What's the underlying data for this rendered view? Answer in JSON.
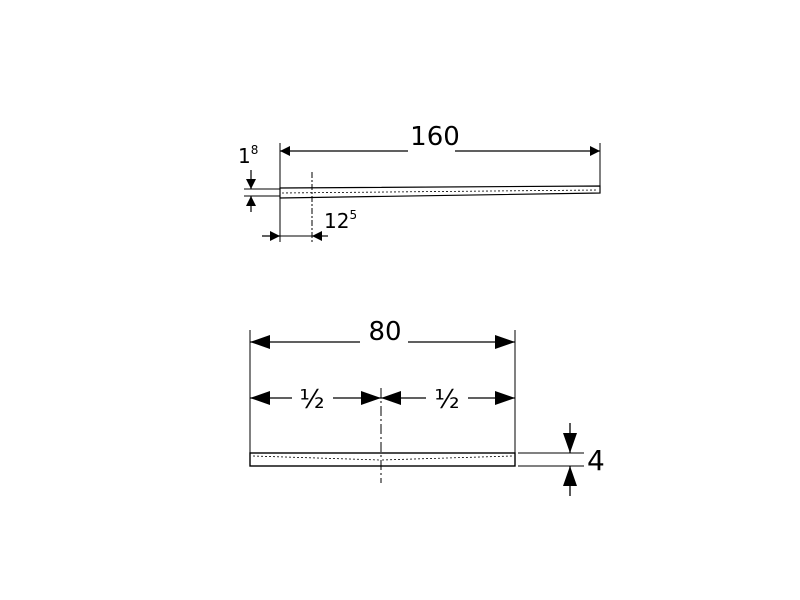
{
  "side_view": {
    "length_label": "160",
    "thickness_label_base": "1",
    "thickness_label_sup": "8",
    "offset_label_base": "12",
    "offset_label_sup": "5"
  },
  "front_view": {
    "width_label": "80",
    "half_left_label": "½",
    "half_right_label": "½",
    "height_label": "4"
  },
  "colors": {
    "ink": "#000000",
    "background": "#ffffff"
  }
}
